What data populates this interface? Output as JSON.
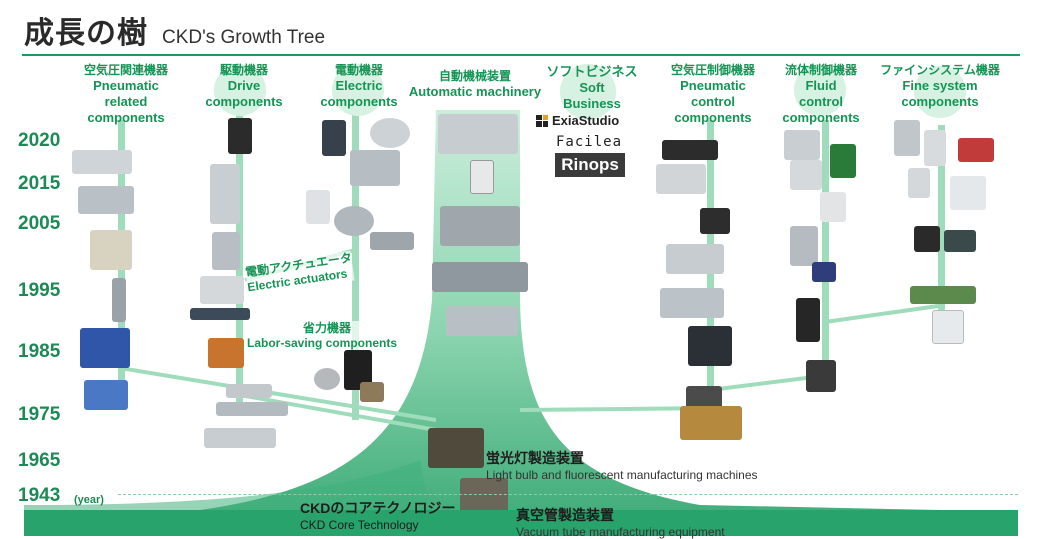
{
  "header": {
    "title_ja": "成長の樹",
    "title_en": "CKD's Growth Tree"
  },
  "years": [
    "2020",
    "2015",
    "2005",
    "1995",
    "1985",
    "1975",
    "1965",
    "1943"
  ],
  "year_unit": "(year)",
  "categories": [
    {
      "ja": "空気圧関連機器",
      "en_lines": [
        "Pneumatic",
        "related",
        "components"
      ]
    },
    {
      "ja": "駆動機器",
      "en_lines": [
        "Drive",
        "components"
      ]
    },
    {
      "ja": "電動機器",
      "en_lines": [
        "Electric",
        "components"
      ]
    },
    {
      "ja": "自動機械装置",
      "en_lines": [
        "Automatic machinery"
      ]
    },
    {
      "ja": "ソフトビジネス",
      "en_lines": [
        "Soft",
        "Business"
      ]
    },
    {
      "ja": "空気圧制御機器",
      "en_lines": [
        "Pneumatic",
        "control",
        "components"
      ]
    },
    {
      "ja": "流体制御機器",
      "en_lines": [
        "Fluid",
        "control",
        "components"
      ]
    },
    {
      "ja": "ファインシステム機器",
      "en_lines": [
        "Fine system",
        "components"
      ]
    }
  ],
  "sub_labels": {
    "electric_actuators_ja": "電動アクチュエータ",
    "electric_actuators_en": "Electric actuators",
    "labor_saving_ja": "省力機器",
    "labor_saving_en": "Labor-saving components"
  },
  "soft_business_logos": [
    "ExiaStudio",
    "Facilea",
    "Rinops"
  ],
  "roots": {
    "fluorescent_ja": "蛍光灯製造装置",
    "fluorescent_en": "Light bulb and fluorescent manufacturing machines",
    "vacuum_ja": "真空管製造装置",
    "vacuum_en": "Vacuum tube manufacturing equipment"
  },
  "core": {
    "ja": "CKDのコアテクノロジー",
    "en": "CKD Core Technology"
  },
  "colors": {
    "brand_green": "#1b8a55",
    "trunk_green": "#57c08e",
    "branch_green": "#9fdcbc",
    "base_green": "#27a36b"
  }
}
